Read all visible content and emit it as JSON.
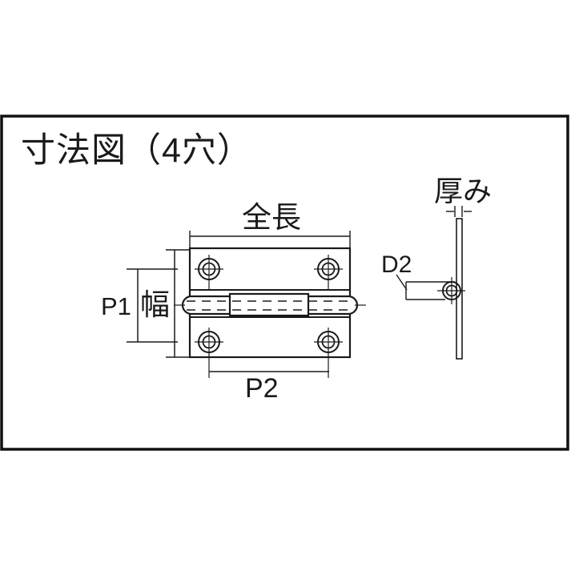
{
  "colors": {
    "line": "#1a1a1a",
    "background": "#ffffff"
  },
  "drawing": {
    "title": "寸法図（4穴）",
    "hole_count": "4",
    "front_view": {
      "dim_overall_length": "全長",
      "dim_pitch_vertical": "P1",
      "dim_width": "幅",
      "dim_pitch_horizontal": "P2"
    },
    "side_view": {
      "dim_thickness": "厚み",
      "dim_knuckle_diameter": "D2"
    }
  }
}
